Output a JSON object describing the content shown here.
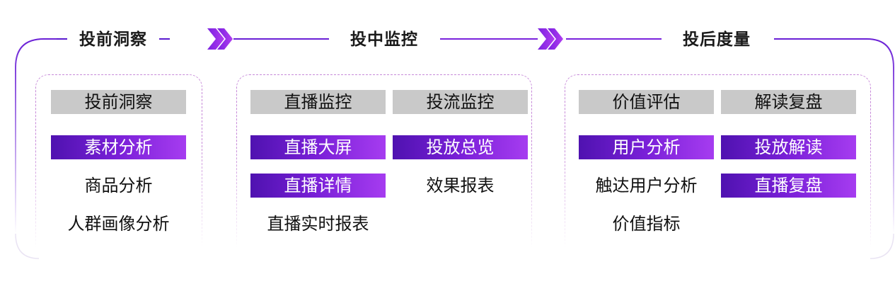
{
  "colors": {
    "accent_purple": "#7a20d8",
    "gray_header": "#c9c9c9",
    "line": "#7d2be0",
    "dashed_border": "#c78ad9"
  },
  "stages": [
    {
      "title": "投前洞察",
      "headers": [
        "投前洞察"
      ],
      "highlights": [
        "素材分析"
      ],
      "items": [
        "商品分析",
        "人群画像分析"
      ]
    },
    {
      "title": "投中监控",
      "headers": [
        "直播监控",
        "投流监控"
      ],
      "highlights": [
        "直播大屏",
        "投放总览",
        "直播详情"
      ],
      "items": [
        "效果报表",
        "直播实时报表"
      ]
    },
    {
      "title": "投后度量",
      "headers": [
        "价值评估",
        "解读复盘"
      ],
      "highlights": [
        "用户分析",
        "投放解读",
        "直播复盘"
      ],
      "items": [
        "触达用户分析",
        "价值指标"
      ]
    }
  ],
  "icons": {
    "arrow_1": "double-chevron-right",
    "arrow_2": "double-chevron-right"
  }
}
